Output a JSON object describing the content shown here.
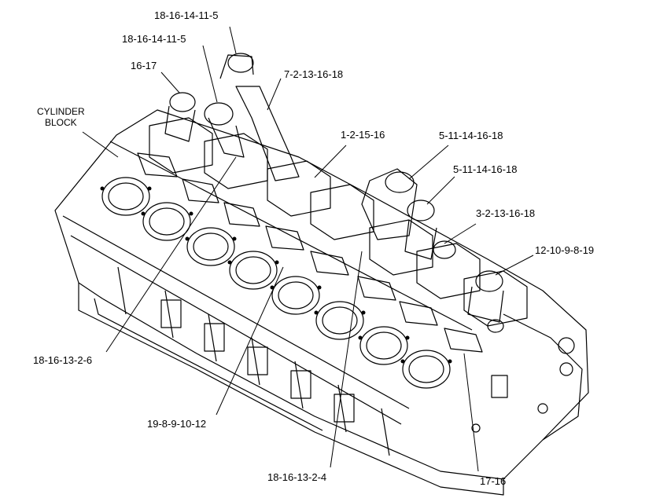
{
  "labels": {
    "cylinder_block_line1": "CYLINDER",
    "cylinder_block_line2": "BLOCK",
    "c1": "18-16-14-11-5",
    "c2": "18-16-14-11-5",
    "c3": "16-17",
    "c4": "7-2-13-16-18",
    "c5": "1-2-15-16",
    "c6": "5-11-14-16-18",
    "c7": "5-11-14-16-18",
    "c8": "3-2-13-16-18",
    "c9": "12-10-9-8-19",
    "c10": "18-16-13-2-6",
    "c11": "19-8-9-10-12",
    "c12": "18-16-13-2-4",
    "c13": "17-16"
  },
  "colors": {
    "line": "#000000",
    "background": "#ffffff"
  }
}
